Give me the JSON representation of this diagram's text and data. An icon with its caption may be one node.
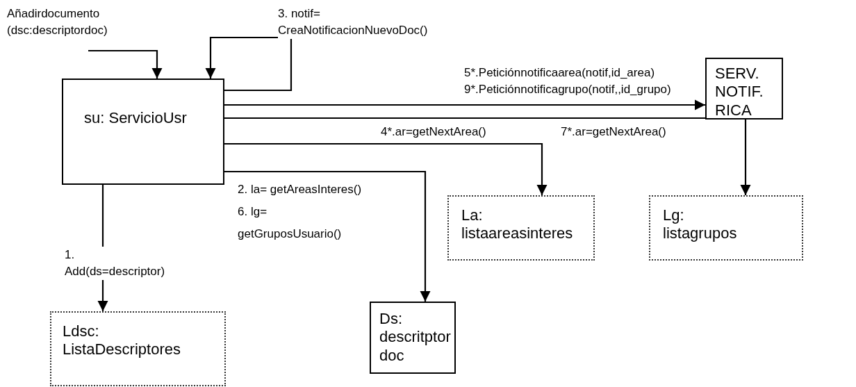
{
  "diagram": {
    "nodes": [
      {
        "text": [
          "su: ServicioUsr"
        ]
      },
      {
        "text": [
          "SERV. NOTIF. RICA"
        ]
      },
      {
        "text": [
          "La: listaareasinteres"
        ]
      },
      {
        "text": [
          "Lg: listagrupos"
        ]
      },
      {
        "text": [
          "Ldsc: ListaDescriptores"
        ]
      },
      {
        "text": [
          "Ds: descritptor doc"
        ]
      }
    ],
    "edges": [
      {
        "from": null,
        "to": 0,
        "arrow": "to",
        "label": "Añadirdocumento (dsc:descriptordoc)"
      },
      {
        "from": 0,
        "to": 0,
        "arrow": "to",
        "label": "3. notif= CreaNotificacionNuevoDoc()"
      },
      {
        "from": 0,
        "to": 1,
        "arrow": "to",
        "label": "5*.Peticiónnotificaarea(notif,id_area) 9*.Peticiónnotificagrupo(notif,,id_grupo)"
      },
      {
        "from": 0,
        "to": 3,
        "arrow": "to",
        "label": "7*.ar=getNextArea()"
      },
      {
        "from": 0,
        "to": 2,
        "arrow": "to",
        "label": "4*.ar=getNextArea()"
      },
      {
        "from": 0,
        "to": 5,
        "arrow": "to",
        "label": "2. la= getAreasInteres() 6. lg= getGruposUsuario()"
      },
      {
        "from": 0,
        "to": 4,
        "arrow": "to",
        "label": "1. Add(ds=descriptor)"
      }
    ]
  }
}
